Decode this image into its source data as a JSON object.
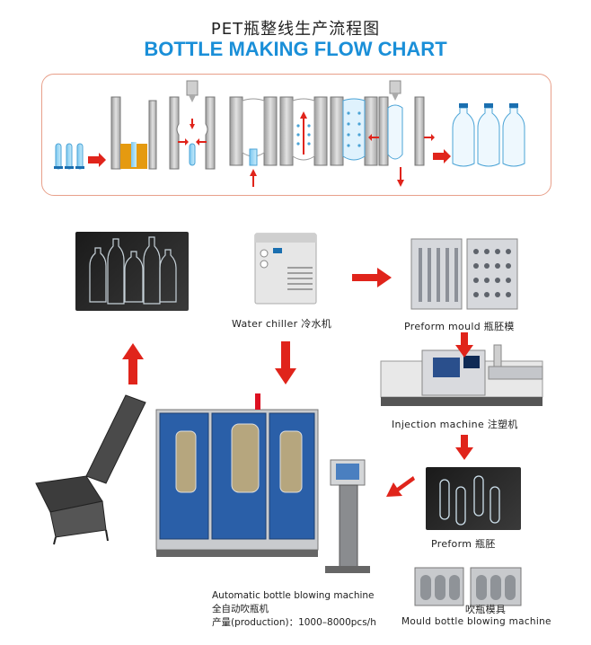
{
  "header": {
    "title_cn": "PET瓶整线生产流程图",
    "title_en": "BOTTLE MAKING FLOW CHART"
  },
  "captions": {
    "water_chiller": "Water chiller 冷水机",
    "preform_mould": "Preform mould  瓶胚模",
    "injection_machine": "Injection machine  注塑机",
    "preform": "Preform  瓶胚",
    "mould_bottle_blowing": "Mould bottle blowing machine",
    "mould_cn": "吹瓶模具"
  },
  "blowing_machine": {
    "name_en": "Automatic bottle blowing machine",
    "name_cn": "全自动吹瓶机",
    "production": "产量(production)：1000–8000pcs/h"
  },
  "colors": {
    "arrow_red": "#e0241b",
    "title_blue": "#1a8fd8",
    "machine_blue": "#2a5fa8",
    "box_border": "#e8a08a"
  }
}
